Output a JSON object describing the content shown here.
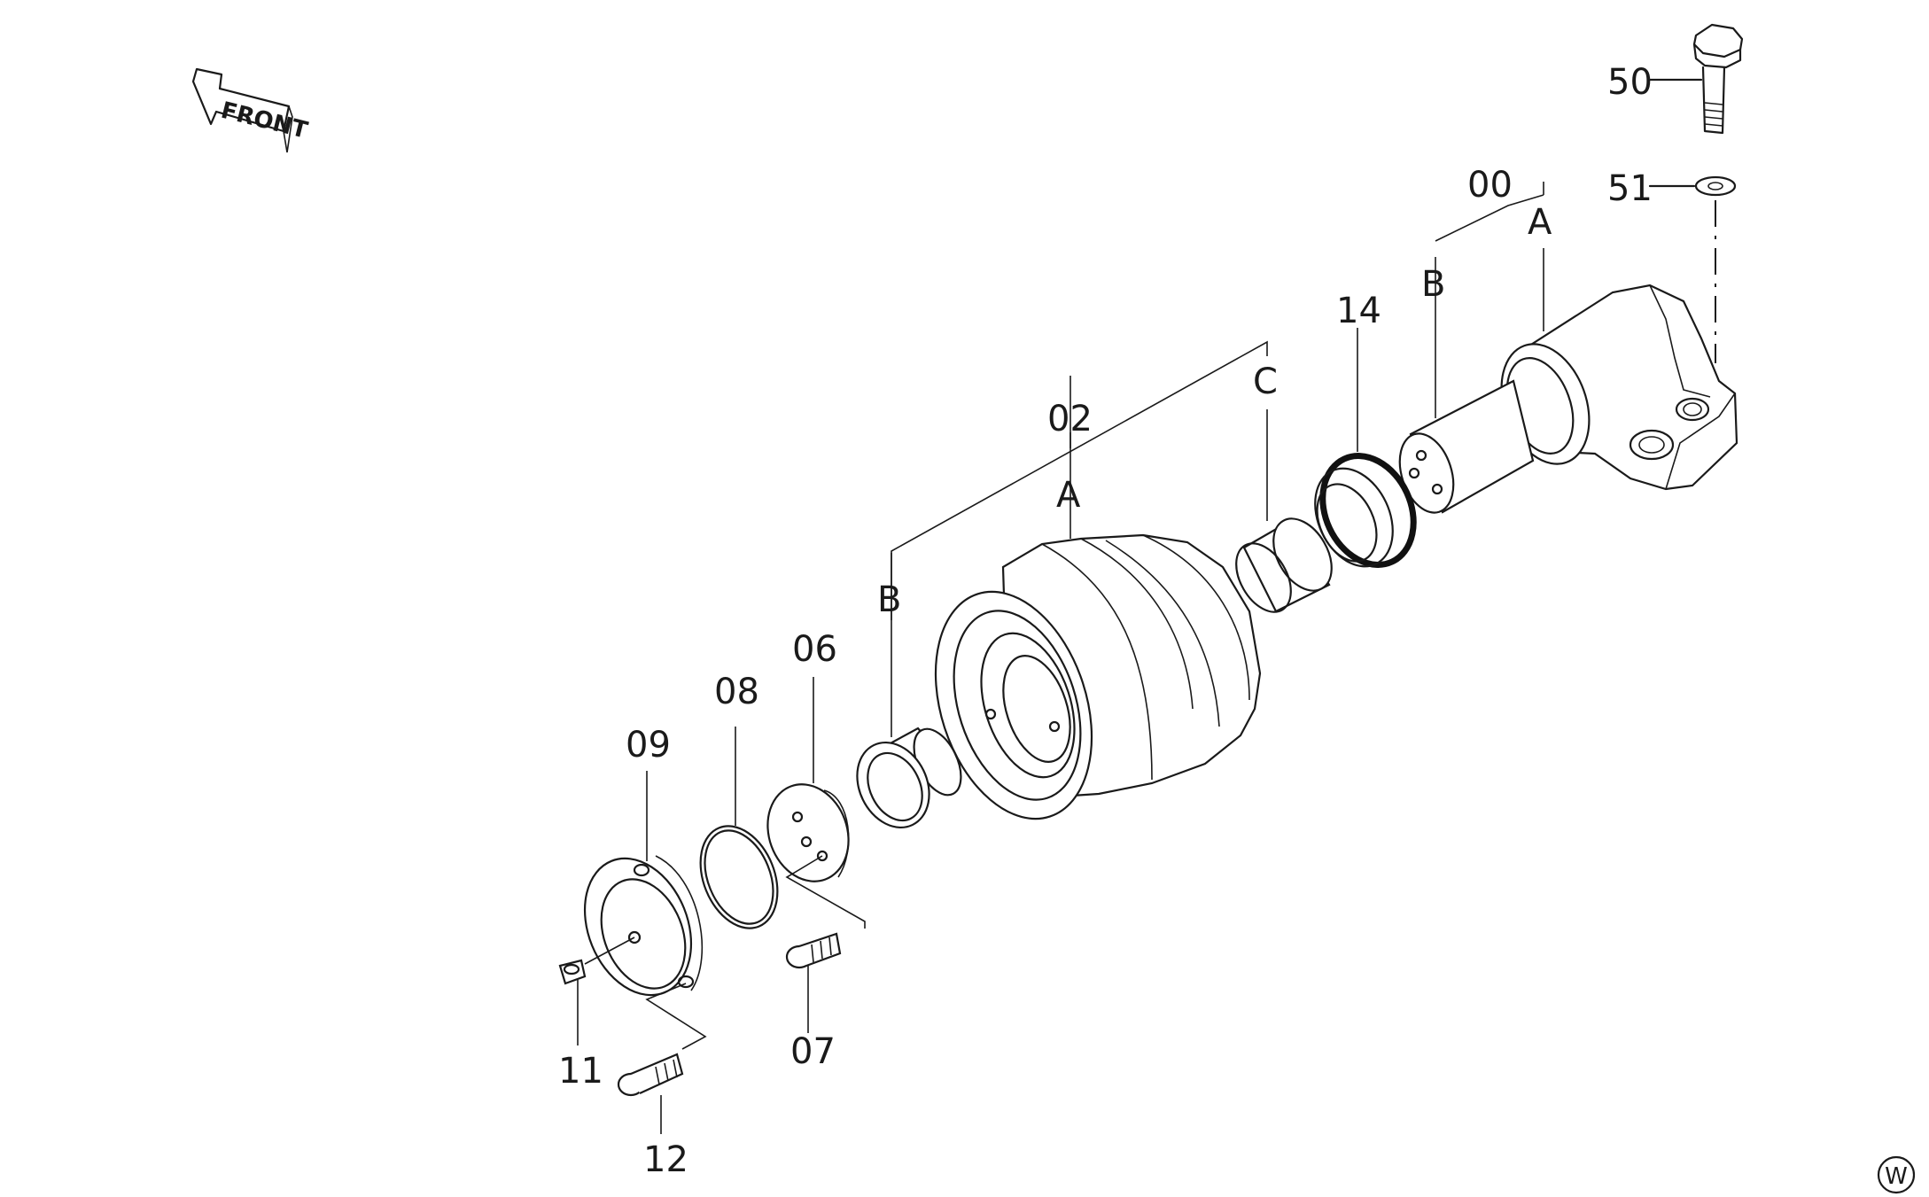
{
  "front_arrow": {
    "label": "FRONT"
  },
  "watermark": {
    "label": "W"
  },
  "callouts": {
    "p50": "50",
    "p51": "51",
    "p00": "00",
    "p00_a": "A",
    "p00_b": "B",
    "p14": "14",
    "p02": "02",
    "p02_a": "A",
    "p02_b": "B",
    "p02_c": "C",
    "p06": "06",
    "p08": "08",
    "p09": "09",
    "p07": "07",
    "p11": "11",
    "p12": "12"
  }
}
